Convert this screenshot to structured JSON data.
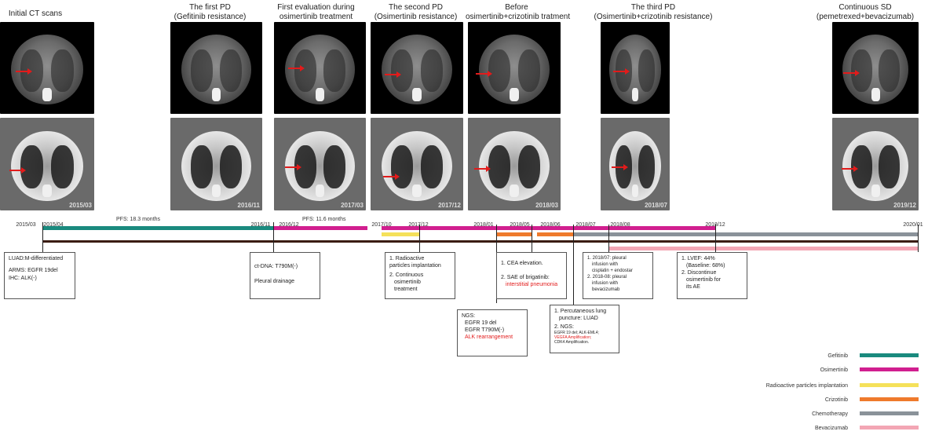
{
  "panels": [
    {
      "title": [
        "Initial CT scans"
      ],
      "date": "2015/03"
    },
    {
      "title": [
        "The first PD",
        "(Gefitinib resistance)"
      ],
      "date": "2016/11"
    },
    {
      "title": [
        "First evaluation during",
        "osimertinib treatment"
      ],
      "date": "2017/03"
    },
    {
      "title": [
        "The second PD",
        "(Osimertinib resistance)"
      ],
      "date": "2017/12"
    },
    {
      "title": [
        "Before",
        "osimertinib+crizotinib tratment"
      ],
      "date": "2018/03"
    },
    {
      "title": [
        "The third PD",
        "(Osimertinib+crizotinib resistance)"
      ],
      "date": "2018/07"
    },
    {
      "title": [
        "Continuous SD",
        "(pemetrexed+bevacizumab)"
      ],
      "date": "2019/12"
    }
  ],
  "timeline": {
    "ticks": [
      "2015/03",
      "2015/04",
      "2016/11",
      "2016/12",
      "2017/10",
      "2017/12",
      "2018/01",
      "2018/05",
      "2018/06",
      "2018/07",
      "2018/08",
      "2018/12",
      "2020/01"
    ],
    "pfs": [
      "PFS: 18.3 months",
      "PFS: 11.6 months"
    ]
  },
  "notes": {
    "n1": [
      "LUAD:M-differentiated",
      "ARMS: EGFR 19del",
      "IHC: ALK(-)"
    ],
    "n2": [
      "ct-DNA: T790M(-)",
      "Pleural drainage"
    ],
    "n3": [
      "1. Radioactive",
      "particles implantation",
      "2. Continuous",
      "osimertinib",
      "treatment"
    ],
    "n4": [
      "NGS:",
      "EGFR 19 del",
      "EGFR T790M(-)",
      "ALK rearrangement"
    ],
    "n5": [
      "1. CEA elevation.",
      "2. SAE of brigatinib:",
      "interstitial pneumonia"
    ],
    "n6": [
      "1. Percutaneous lung",
      "puncture: LUAD",
      "2. NGS:",
      "EGFR 19 del; ALK-EML4;",
      "VEGFA Amplification;",
      "CDK4 Amplification."
    ],
    "n7": [
      "1. 2018/07: pleural",
      "infusion with",
      "cisplatin + endostar",
      "2. 2018-08: pleural",
      "infusion with",
      "bevacizumab"
    ],
    "n8": [
      "1. LVEF: 44%",
      "(Baseline: 68%)",
      "2. Discontinue",
      "osimertinib for",
      "its AE"
    ]
  },
  "legend": [
    {
      "label": "Gefitinib",
      "color": "#1a8a7e"
    },
    {
      "label": "Osimertinib",
      "color": "#d11f8f"
    },
    {
      "label": "Radioactive particles implantation",
      "color": "#f5e15a"
    },
    {
      "label": "Crizotinib",
      "color": "#ef7a2c"
    },
    {
      "label": "Chemotherapy",
      "color": "#8a9299"
    },
    {
      "label": "Bevacizumab",
      "color": "#f3a6b4"
    }
  ]
}
